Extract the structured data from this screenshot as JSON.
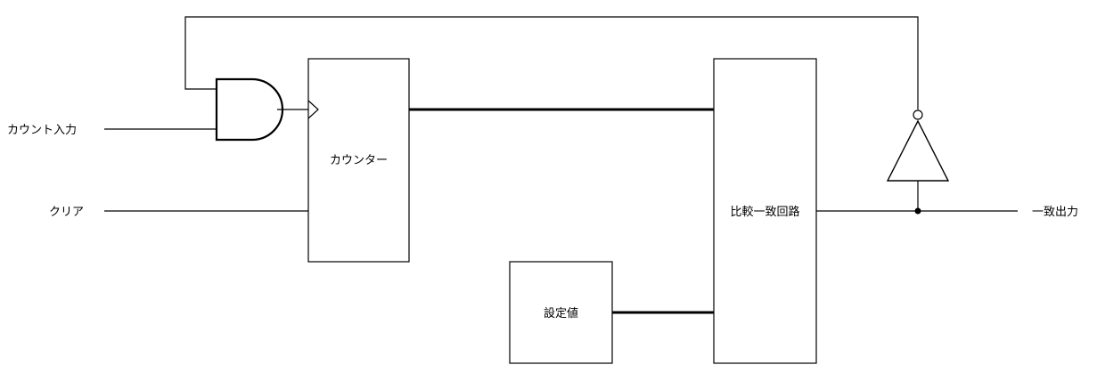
{
  "inputs": {
    "count_input": "カウント入力",
    "clear": "クリア"
  },
  "blocks": {
    "counter": "カウンター",
    "setpoint": "設定値",
    "comparator": "比較一致回路"
  },
  "outputs": {
    "match_output": "一致出力"
  }
}
